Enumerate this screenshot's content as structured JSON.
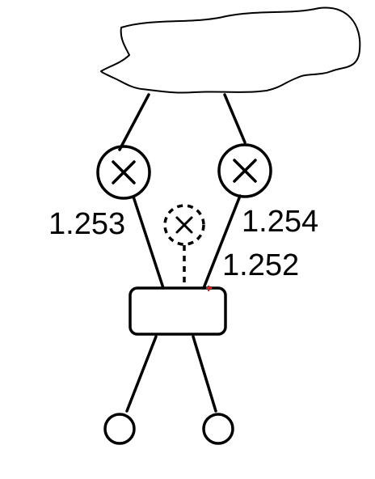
{
  "labels": {
    "left_link": "1.253",
    "right_link": "1.254",
    "dashed_link": "1.252"
  },
  "colors": {
    "line": "#000000",
    "background": "#ffffff",
    "mark": "#e02020"
  }
}
